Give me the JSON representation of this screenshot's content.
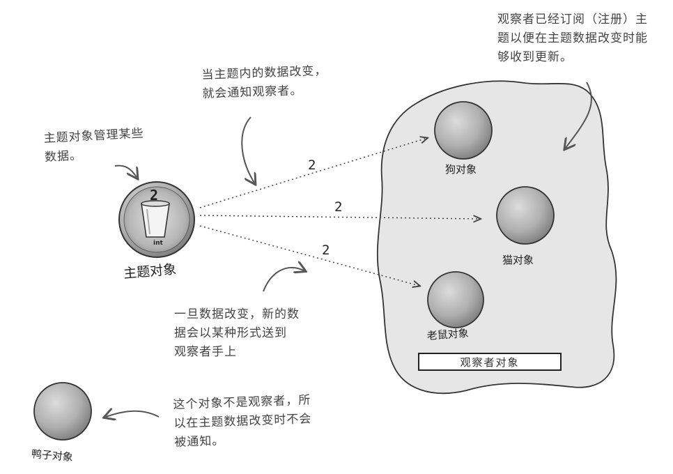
{
  "notes": {
    "subject_manages": "主题对象管理某些\n数据。",
    "notify_on_change": "当主题内的数据改变，\n就会通知观察者。",
    "observers_registered": "观察者已经订阅（注册）主\n题以便在主题数据改变时能\n够收到更新。",
    "data_sent": "一旦数据改变，新的数\n据会以某种形式送到\n观察者手上",
    "not_observer": "这个对象不是观察者，所\n以在主题数据改变时不会\n被通知。"
  },
  "subject": {
    "label": "主题对象",
    "value": "2",
    "type_label": "int"
  },
  "observers": {
    "dog": "狗对象",
    "cat": "猫对象",
    "mouse": "老鼠对象",
    "group_label": "观察者对象"
  },
  "duck": "鸭子对象",
  "arrow_values": {
    "to_dog": "2",
    "to_cat": "2",
    "to_mouse": "2"
  },
  "colors": {
    "blob_fill": "#e6e6e6",
    "outline": "#333333",
    "sphere_dark": "#8a8a8a",
    "sphere_light": "#d8d8d8"
  }
}
